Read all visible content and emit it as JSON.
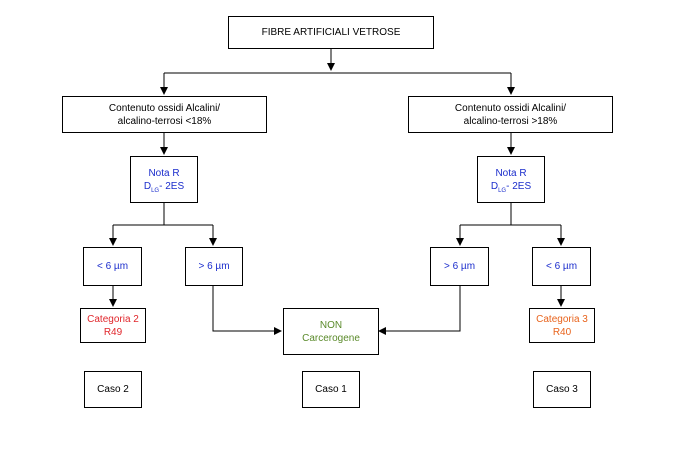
{
  "title": "FIBRE ARTIFICIALI VETROSE",
  "left_branch": {
    "condition_line1": "Contenuto ossidi Alcalini/",
    "condition_line2": "alcalino-terrosi <18%",
    "nota_line1": "Nota R",
    "nota_d": "D",
    "nota_sub": "LG",
    "nota_rest": "- 2ES",
    "small": "< 6 µm",
    "large": "> 6 µm",
    "category_line1": "Categoria 2",
    "category_line2": "R49",
    "case": "Caso 2"
  },
  "right_branch": {
    "condition_line1": "Contenuto ossidi Alcalini/",
    "condition_line2": "alcalino-terrosi >18%",
    "nota_line1": "Nota R",
    "nota_d": "D",
    "nota_sub": "LG",
    "nota_rest": "- 2ES",
    "large": "> 6 µm",
    "small": "< 6 µm",
    "category_line1": "Categoria 3",
    "category_line2": "R40",
    "case": "Caso 3"
  },
  "center": {
    "line1": "NON",
    "line2": "Carcerogene",
    "case": "Caso 1"
  },
  "colors": {
    "nota": "#1a2ccc",
    "category2": "#e0262b",
    "category3": "#e8631c",
    "non_carcinogenic": "#5a8a2a"
  }
}
